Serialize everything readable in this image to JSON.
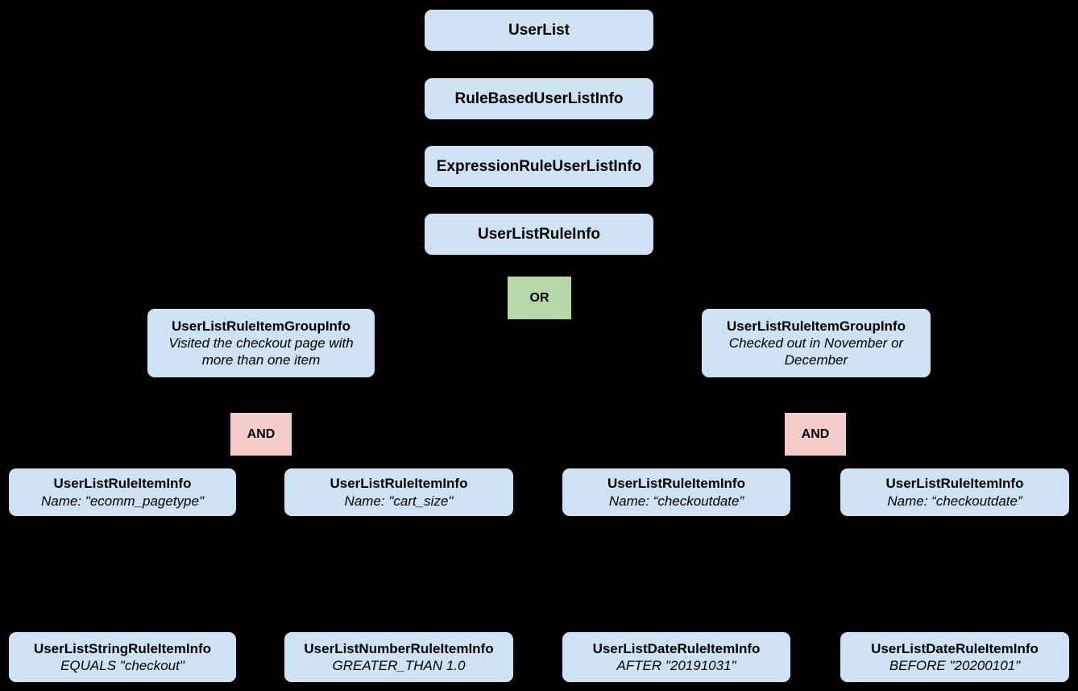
{
  "colors": {
    "background": "#000000",
    "node_fill": "#cfe2f3",
    "or_fill": "#b6d7a8",
    "and_fill": "#f4cccc",
    "text": "#000000"
  },
  "nodes": {
    "userlist": {
      "title": "UserList"
    },
    "rule_based_user_list_info": {
      "title": "RuleBasedUserListInfo"
    },
    "expression_rule_user_list_info": {
      "title": "ExpressionRuleUserListInfo"
    },
    "user_list_rule_info": {
      "title": "UserListRuleInfo"
    },
    "or_operator": {
      "label": "OR"
    },
    "group_left": {
      "title": "UserListRuleItemGroupInfo",
      "subtitle": "Visited the checkout page with more than one item"
    },
    "group_right": {
      "title": "UserListRuleItemGroupInfo",
      "subtitle": "Checked out in November or December"
    },
    "and_left": {
      "label": "AND"
    },
    "and_right": {
      "label": "AND"
    },
    "item_ecomm_pagetype": {
      "title": "UserListRuleItemInfo",
      "subtitle": "Name: \"ecomm_pagetype\""
    },
    "item_cart_size": {
      "title": "UserListRuleItemInfo",
      "subtitle": "Name: \"cart_size\""
    },
    "item_checkoutdate_1": {
      "title": "UserListRuleItemInfo",
      "subtitle": "Name: “checkoutdate”"
    },
    "item_checkoutdate_2": {
      "title": "UserListRuleItemInfo",
      "subtitle": "Name: “checkoutdate”"
    },
    "leaf_string": {
      "title": "UserListStringRuleItemInfo",
      "subtitle": "EQUALS \"checkout\""
    },
    "leaf_number": {
      "title": "UserListNumberRuleItemInfo",
      "subtitle": "GREATER_THAN 1.0"
    },
    "leaf_date_after": {
      "title": "UserListDateRuleItemInfo",
      "subtitle": "AFTER \"20191031\""
    },
    "leaf_date_before": {
      "title": "UserListDateRuleItemInfo",
      "subtitle": "BEFORE \"20200101\""
    }
  }
}
